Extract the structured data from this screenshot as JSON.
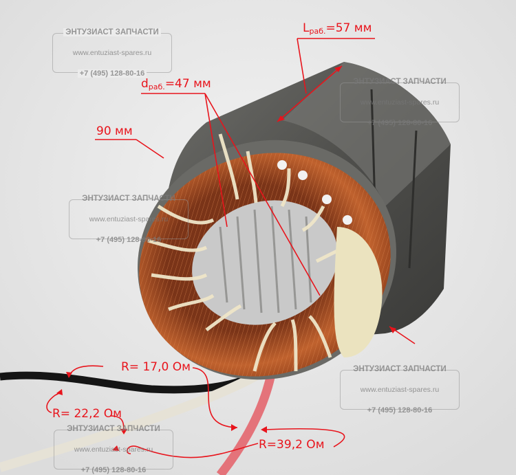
{
  "watermark": {
    "title": "ЭНТУЗИАСТ ЗАПЧАСТИ",
    "url": "www.entuziast-spares.ru",
    "phone": "+7 (495) 128-80-16"
  },
  "annotations": {
    "length_prefix": "L",
    "length_sub": "раб.",
    "length_value": "=57 мм",
    "diameter_prefix": "d",
    "diameter_sub": "раб.",
    "diameter_value": "=47 мм",
    "outer_diameter": "90 мм",
    "r1": "R= 17,0 Ом",
    "r2": "R= 22,2 Ом",
    "r3": "R=39,2  Ом"
  },
  "colors": {
    "annotation": "#e8141c",
    "copper": "#b8582a",
    "steel": "#5a5a58",
    "background": "#ececec"
  }
}
